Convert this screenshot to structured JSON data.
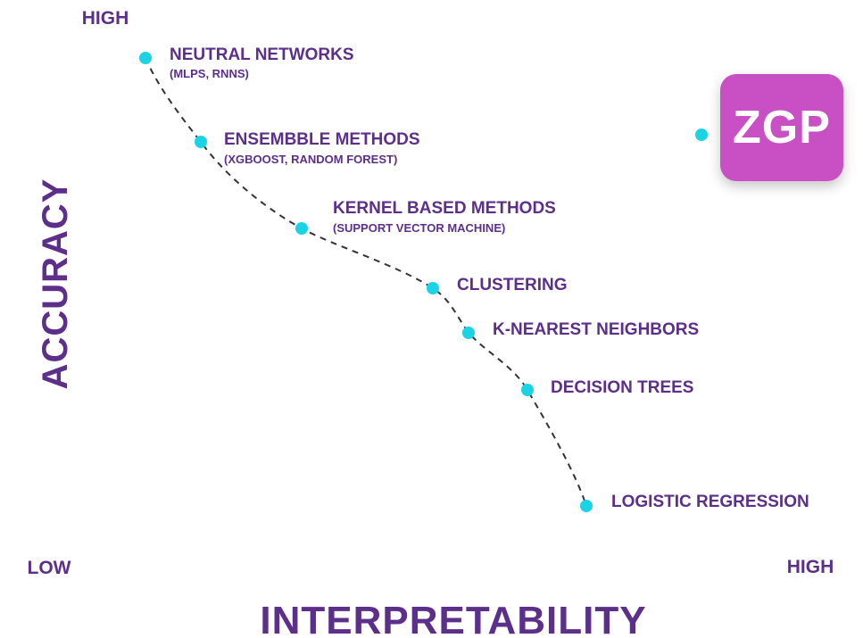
{
  "axes": {
    "y_title": "ACCURACY",
    "y_high": "HIGH",
    "x_title": "INTERPRETABILITY",
    "x_low": "LOW",
    "x_high": "HIGH"
  },
  "logo": {
    "text": "ZGP"
  },
  "points": [
    {
      "label": "NEUTRAL NETWORKS",
      "sublabel": "(MLPS, RNNS)"
    },
    {
      "label": "ENSEMBBLE METHODS",
      "sublabel": "(XGBOOST, RANDOM FOREST)"
    },
    {
      "label": "KERNEL BASED METHODS",
      "sublabel": "(SUPPORT VECTOR MACHINE)"
    },
    {
      "label": "CLUSTERING",
      "sublabel": ""
    },
    {
      "label": "K-NEAREST NEIGHBORS",
      "sublabel": ""
    },
    {
      "label": "DECISION TREES",
      "sublabel": ""
    },
    {
      "label": "LOGISTIC REGRESSION",
      "sublabel": ""
    }
  ],
  "colors": {
    "text": "#5b2f8a",
    "point": "#1ad4e6",
    "axis_start": "#5b2f8a",
    "axis_end": "#ff5fd3",
    "logo_bg": "#c94fc4"
  }
}
